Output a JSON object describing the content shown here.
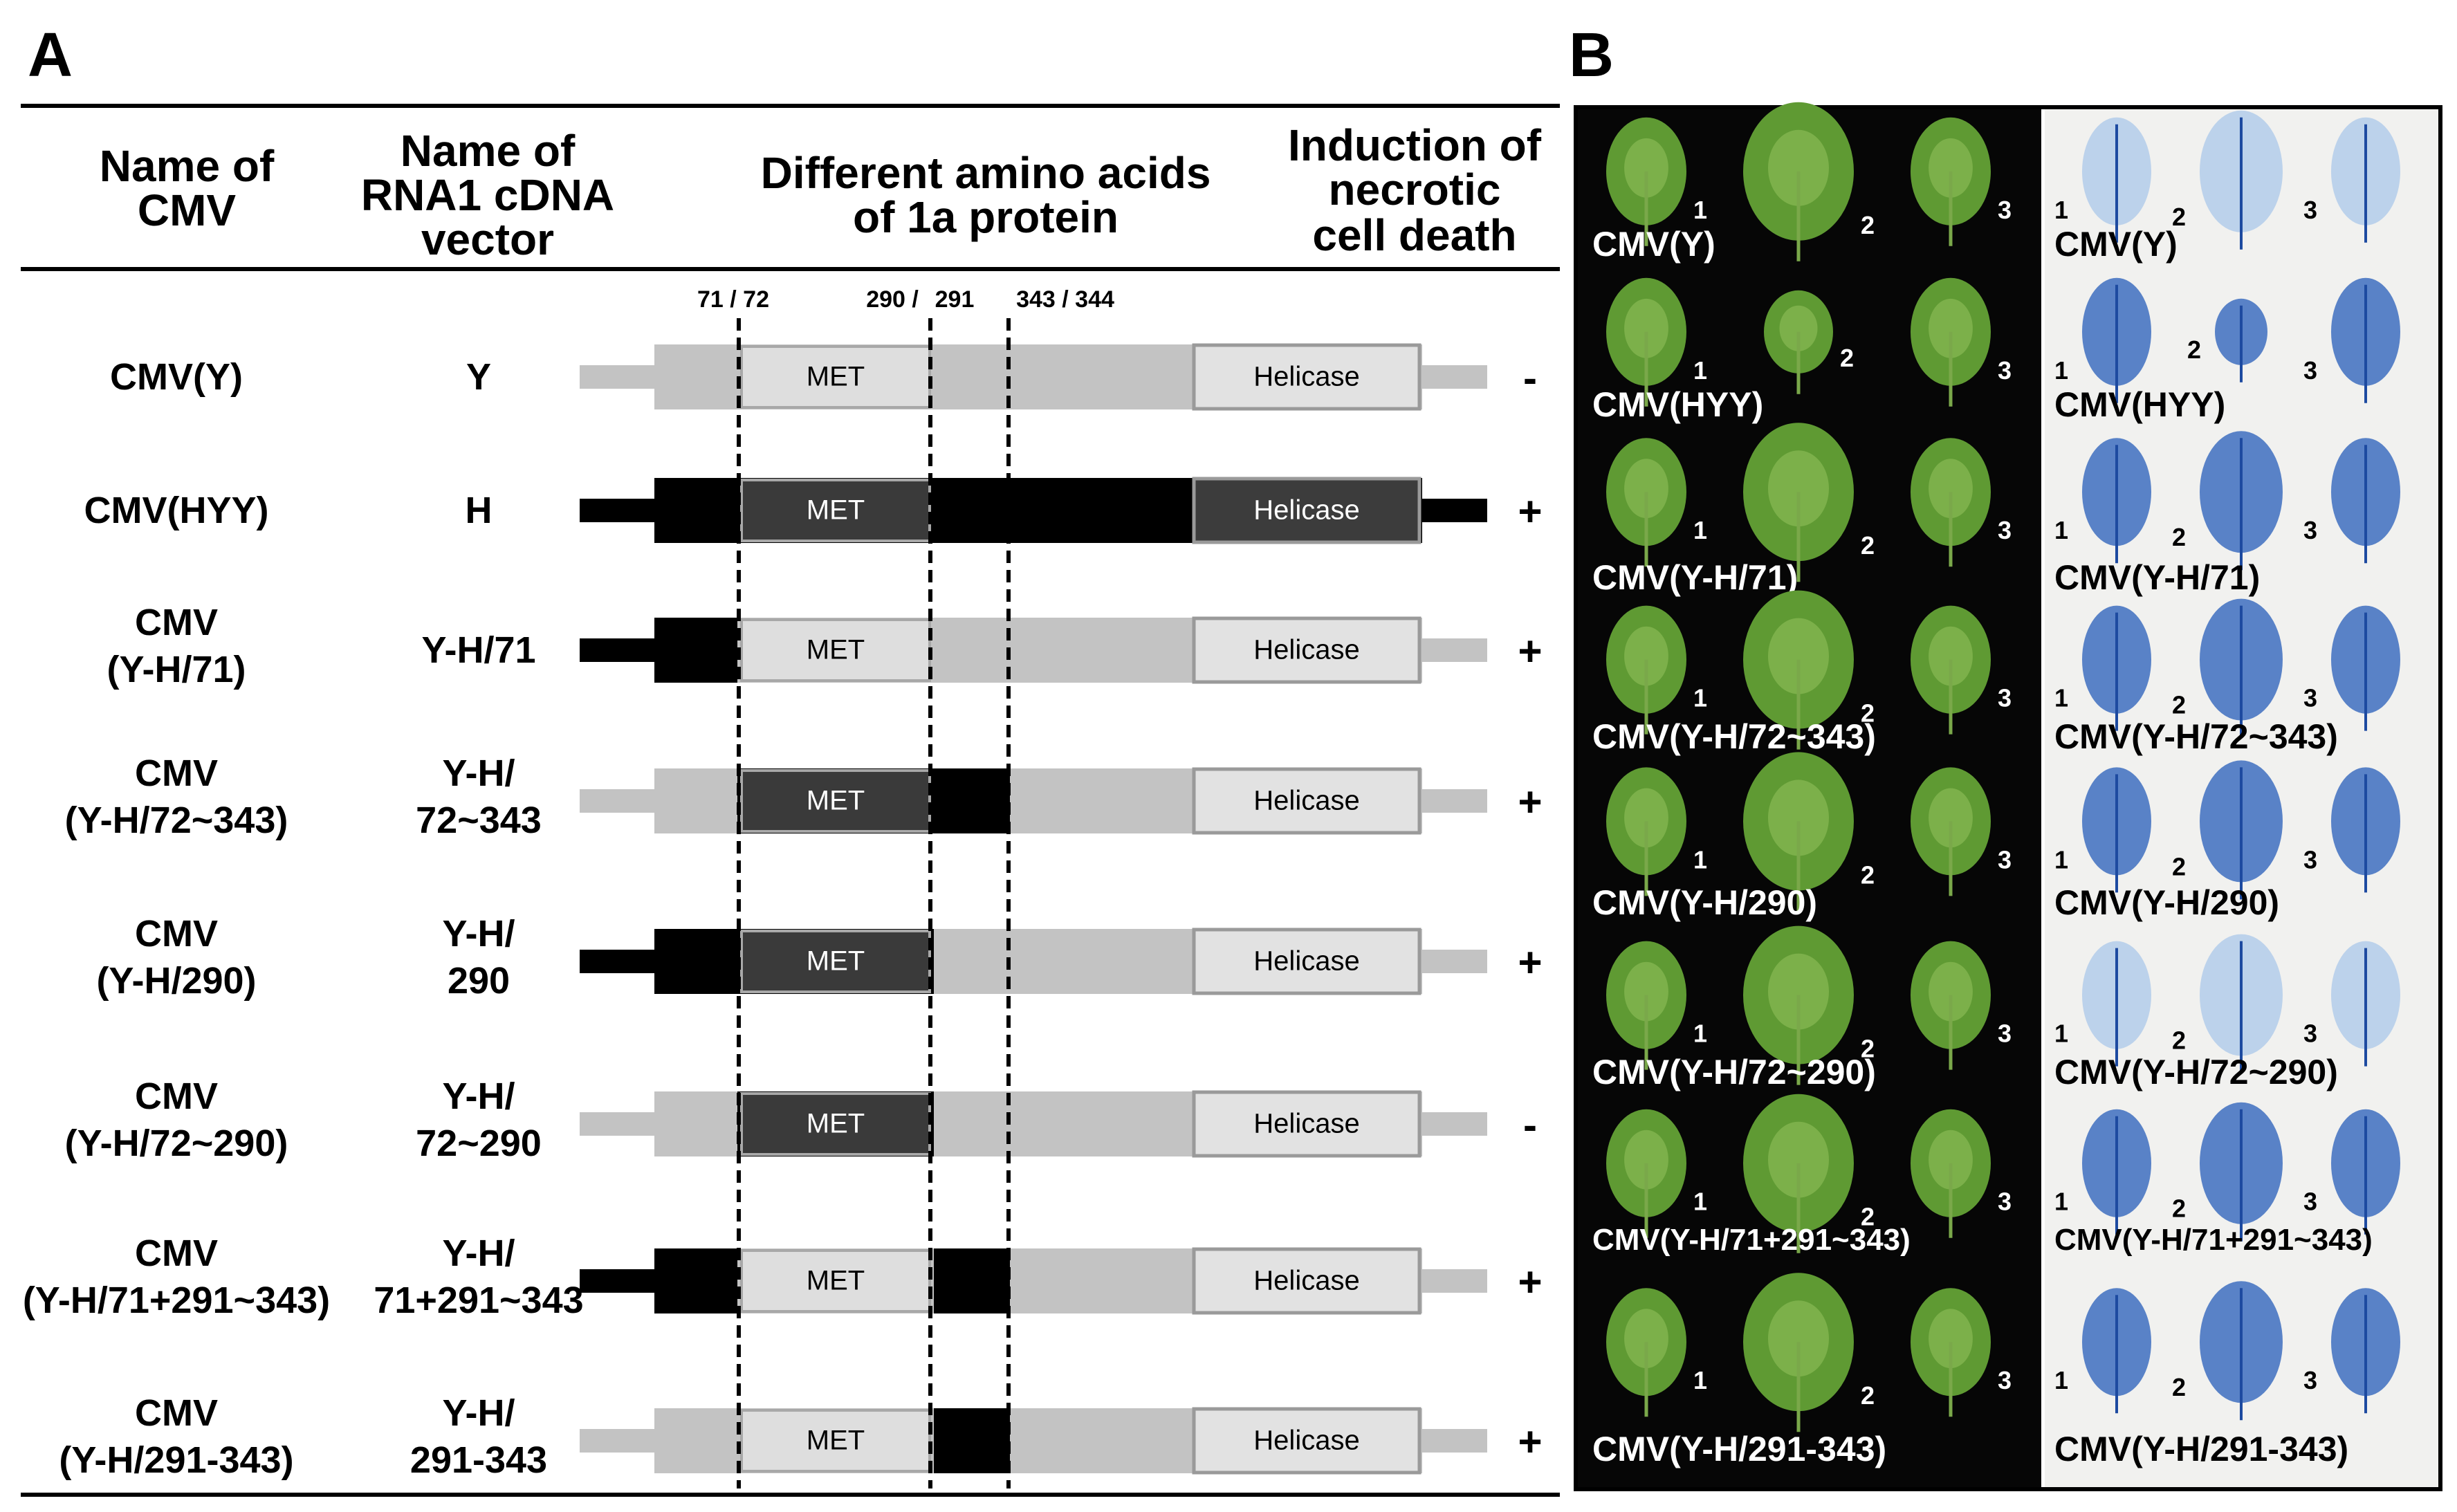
{
  "panels": {
    "a": "A",
    "b": "B"
  },
  "headers": {
    "name_cmv": [
      "Name of",
      "CMV"
    ],
    "name_vector": [
      "Name of",
      "RNA1 cDNA",
      "vector"
    ],
    "amino_acids": [
      "Different amino acids",
      "of 1a protein"
    ],
    "induction": [
      "Induction of",
      "necrotic",
      "cell death"
    ]
  },
  "positions": {
    "p1": "71 / 72",
    "p2": "290 /",
    "p3": "291",
    "p4": "343 / 344"
  },
  "domains": {
    "met": "MET",
    "helicase": "Helicase"
  },
  "colors": {
    "y_gray": "#c3c3c3",
    "h_black": "#000000",
    "met_light": "#dedede",
    "met_dark": "#3a3a3a",
    "hel_light": "#e2e2e2",
    "hel_dark": "#3c3c3c",
    "photo_dark_bg": "#060606",
    "photo_light_bg": "#f1f1ef"
  },
  "rows": [
    {
      "cmv": [
        "CMV(Y)"
      ],
      "vector": [
        "Y"
      ],
      "result": "-",
      "segments": {
        "n": "Y",
        "mid1": "Y",
        "met": "Y",
        "mid2": "Y",
        "mid3": "Y",
        "c": "Y"
      }
    },
    {
      "cmv": [
        "CMV(HYY)"
      ],
      "vector": [
        "H"
      ],
      "result": "+",
      "segments": {
        "n": "H",
        "mid1": "H",
        "met": "H",
        "mid2": "H",
        "mid3": "H",
        "c": "H"
      }
    },
    {
      "cmv": [
        "CMV",
        "(Y-H/71)"
      ],
      "vector": [
        "Y-H/71"
      ],
      "result": "+",
      "segments": {
        "n": "H",
        "mid1": "H",
        "met": "Y",
        "mid2": "Y",
        "mid3": "Y",
        "c": "Y"
      }
    },
    {
      "cmv": [
        "CMV",
        "(Y-H/72~343)"
      ],
      "vector": [
        "Y-H/",
        "72~343"
      ],
      "result": "+",
      "segments": {
        "n": "Y",
        "mid1": "Y",
        "met": "H",
        "mid2": "H",
        "mid3": "Y",
        "c": "Y"
      }
    },
    {
      "cmv": [
        "CMV",
        "(Y-H/290)"
      ],
      "vector": [
        "Y-H/",
        "290"
      ],
      "result": "+",
      "segments": {
        "n": "H",
        "mid1": "H",
        "met": "H",
        "mid2": "Y",
        "mid3": "Y",
        "c": "Y"
      }
    },
    {
      "cmv": [
        "CMV",
        "(Y-H/72~290)"
      ],
      "vector": [
        "Y-H/",
        "72~290"
      ],
      "result": "-",
      "segments": {
        "n": "Y",
        "mid1": "Y",
        "met": "H",
        "mid2": "Y",
        "mid3": "Y",
        "c": "Y"
      }
    },
    {
      "cmv": [
        "CMV",
        "(Y-H/71+291~343)"
      ],
      "vector": [
        "Y-H/",
        "71+291~343"
      ],
      "result": "+",
      "segments": {
        "n": "H",
        "mid1": "H",
        "met": "Y",
        "mid2": "H",
        "mid3": "Y",
        "c": "Y"
      }
    },
    {
      "cmv": [
        "CMV",
        "(Y-H/291-343)"
      ],
      "vector": [
        "Y-H/",
        "291-343"
      ],
      "result": "+",
      "segments": {
        "n": "Y",
        "mid1": "Y",
        "met": "Y",
        "mid2": "H",
        "mid3": "Y",
        "c": "Y"
      }
    }
  ],
  "photo_rows": [
    {
      "label": "CMV(Y)",
      "label_right": "CMV(Y)",
      "leaves": [
        "1",
        "2",
        "3"
      ]
    },
    {
      "label": "CMV(HYY)",
      "label_right": "CMV(HYY)",
      "leaves": [
        "1",
        "2",
        "3"
      ]
    },
    {
      "label": "CMV(Y-H/71)",
      "label_right": "CMV(Y-H/71)",
      "leaves": [
        "1",
        "2",
        "3"
      ]
    },
    {
      "label": "CMV(Y-H/72~343)",
      "label_right": "CMV(Y-H/72~343)",
      "leaves": [
        "1",
        "2",
        "3"
      ]
    },
    {
      "label": "CMV(Y-H/290)",
      "label_right": "CMV(Y-H/290)",
      "leaves": [
        "1",
        "2",
        "3"
      ]
    },
    {
      "label": "CMV(Y-H/72~290)",
      "label_right": "CMV(Y-H/72~290)",
      "leaves": [
        "1",
        "2",
        "3"
      ]
    },
    {
      "label": "CMV(Y-H/71+291~343)",
      "label_right": "CMV(Y-H/71+291~343)",
      "leaves": [
        "1",
        "2",
        "3"
      ]
    },
    {
      "label": "CMV(Y-H/291-343)",
      "label_right": "CMV(Y-H/291-343)",
      "leaves": [
        "1",
        "2",
        "3"
      ]
    }
  ]
}
